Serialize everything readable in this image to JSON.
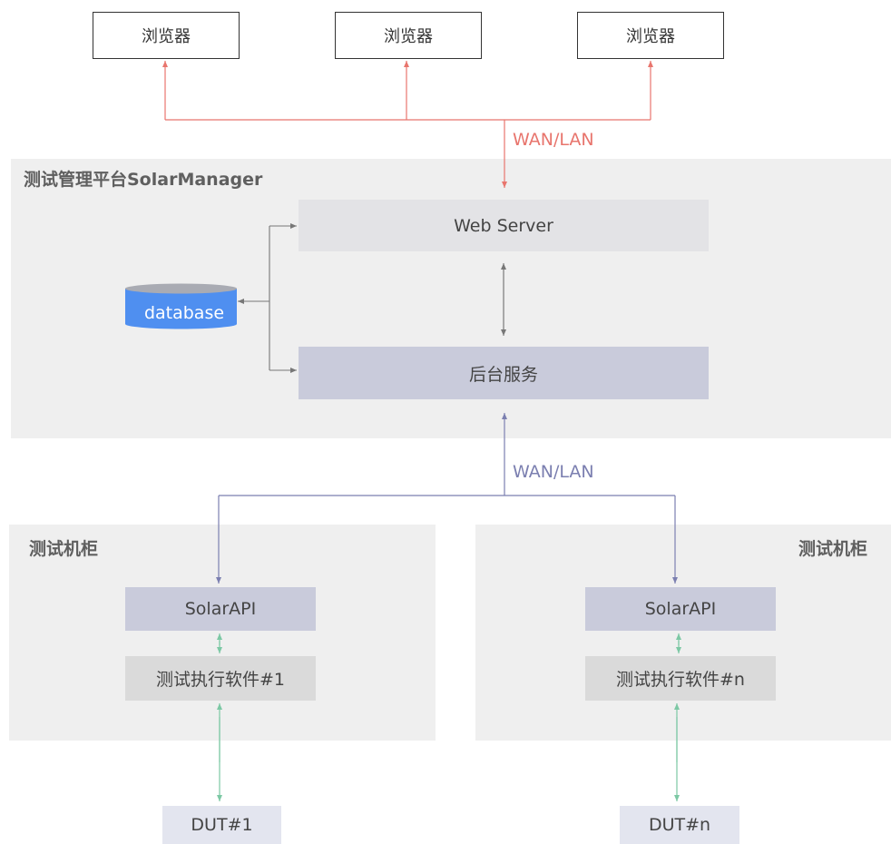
{
  "browsers": [
    {
      "label": "浏览器"
    },
    {
      "label": "浏览器"
    },
    {
      "label": "浏览器"
    }
  ],
  "network": {
    "top_label": "WAN/LAN",
    "bottom_label": "WAN/LAN"
  },
  "platform": {
    "title": "测试管理平台SolarManager",
    "web_server": "Web Server",
    "backend": "后台服务",
    "database": "database"
  },
  "cabinets": [
    {
      "title": "测试机柜",
      "api": "SolarAPI",
      "executor": "测试执行软件#1",
      "dut": "DUT#1"
    },
    {
      "title": "测试机柜",
      "api": "SolarAPI",
      "executor": "测试执行软件#n",
      "dut": "DUT#n"
    }
  ],
  "colors": {
    "browser_link": "#e8756d",
    "cabinet_link": "#7b7fb0",
    "internal_link": "#777777",
    "dut_link": "#7cc8a4",
    "database": "#4f8ff0"
  }
}
